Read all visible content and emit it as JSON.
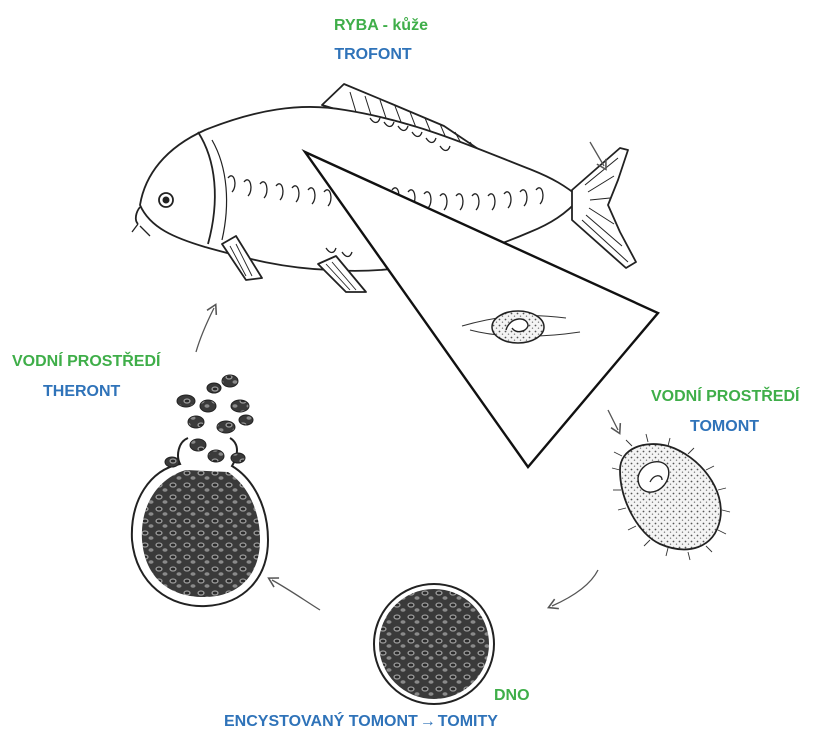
{
  "labels": {
    "host_location": "RYBA - kůže",
    "host_stage": "TROFONT",
    "water_left_location": "VODNÍ PROSTŘEDÍ",
    "water_left_stage": "THERONT",
    "water_right_location": "VODNÍ PROSTŘEDÍ",
    "water_right_stage": "TOMONT",
    "bottom_location": "DNO",
    "bottom_stage_a": "ENCYSTOVANÝ TOMONT",
    "bottom_stage_b": "TOMITY"
  },
  "colors": {
    "location": "#3fae49",
    "stage": "#2f73b9",
    "ink": "#222222"
  },
  "icons": {
    "fish": "carp-fish-drawing",
    "trophont": "trophont-cell-drawing",
    "tomont": "tomont-cell-drawing",
    "cyst": "encysted-tomont-drawing",
    "burst_cyst": "bursting-cyst-drawing"
  }
}
